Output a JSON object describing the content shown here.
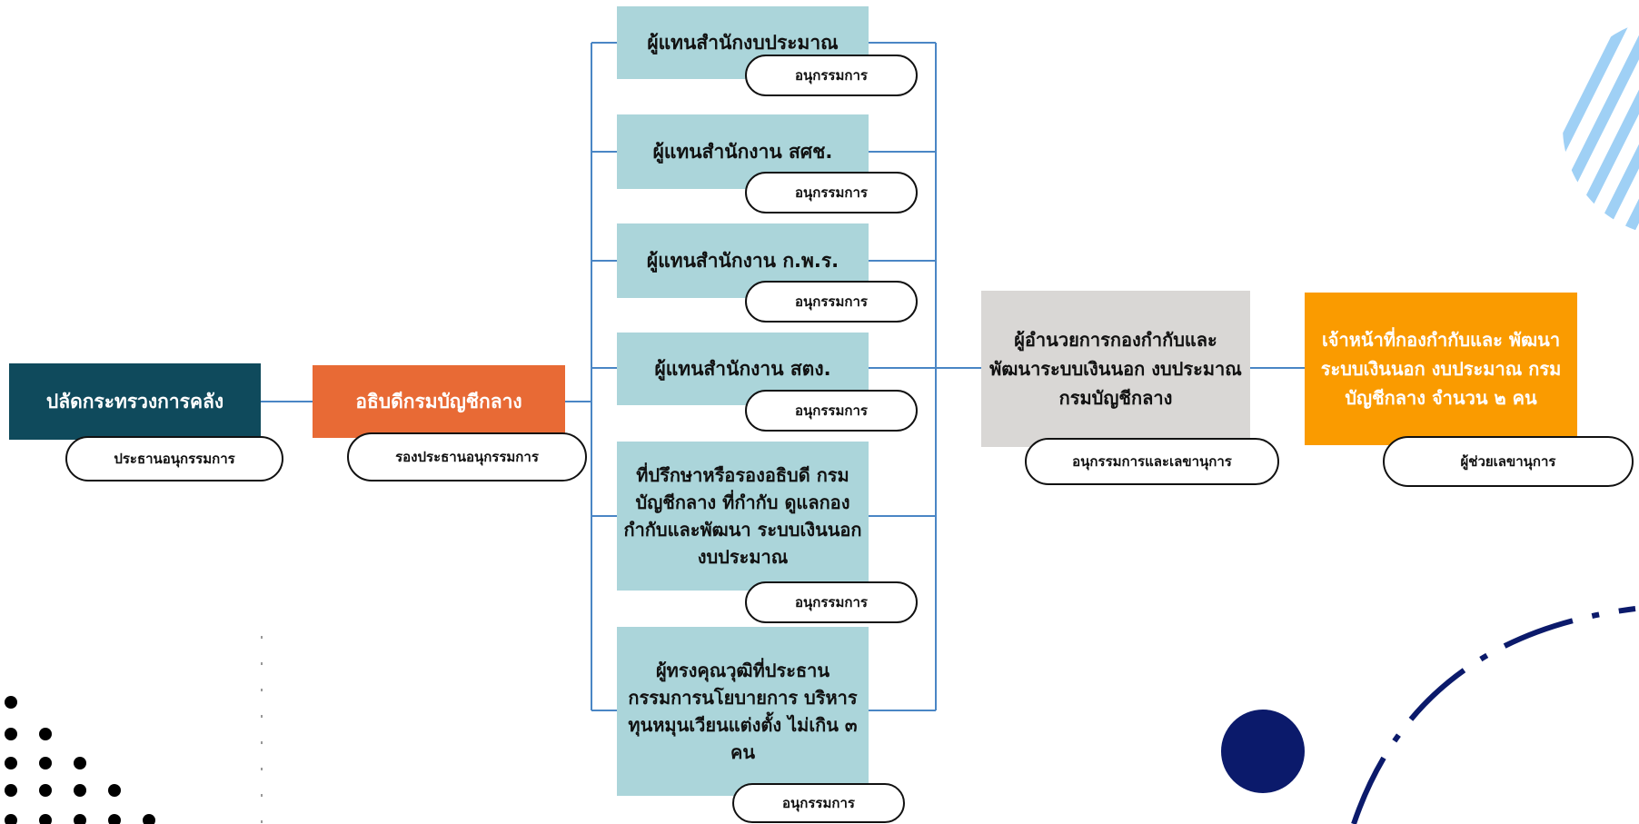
{
  "chair": {
    "title": "ปลัดกระทรวงการคลัง",
    "role": "ประธานอนุกรรมการ"
  },
  "vice_chair": {
    "title": "อธิบดีกรมบัญชีกลาง",
    "role": "รองประธานอนุกรรมการ"
  },
  "members": [
    {
      "title": "ผู้แทนสำนักงบประมาณ",
      "role": "อนุกรรมการ"
    },
    {
      "title": "ผู้แทนสำนักงาน สศช.",
      "role": "อนุกรรมการ"
    },
    {
      "title": "ผู้แทนสำนักงาน ก.พ.ร.",
      "role": "อนุกรรมการ"
    },
    {
      "title": "ผู้แทนสำนักงาน สตง.",
      "role": "อนุกรรมการ"
    },
    {
      "title": "ที่ปรึกษาหรือรองอธิบดี กรมบัญชีกลาง ที่กำกับ ดูแลกองกำกับและพัฒนา ระบบเงินนอกงบประมาณ",
      "role": "อนุกรรมการ"
    },
    {
      "title": "ผู้ทรงคุณวุฒิที่ประธาน กรรมการนโยบายการ บริหารทุนหมุนเวียนแต่งตั้ง ไม่เกิน ๓ คน",
      "role": "อนุกรรมการ"
    }
  ],
  "secretary": {
    "title": "ผู้อำนวยการกองกำกับและ พัฒนาระบบเงินนอก งบประมาณ กรมบัญชีกลาง",
    "role": "อนุกรรมการและเลขานุการ"
  },
  "assistant_secretary": {
    "title": "เจ้าหน้าที่กองกำกับและ พัฒนาระบบเงินนอก งบประมาณ กรมบัญชีกลาง จำนวน ๒ คน",
    "role": "ผู้ช่วยเลขานุการ"
  },
  "colors": {
    "connector": "#4A86C5",
    "deco_navy": "#0B1A6B",
    "stripe_blue": "#9FD0F5"
  }
}
